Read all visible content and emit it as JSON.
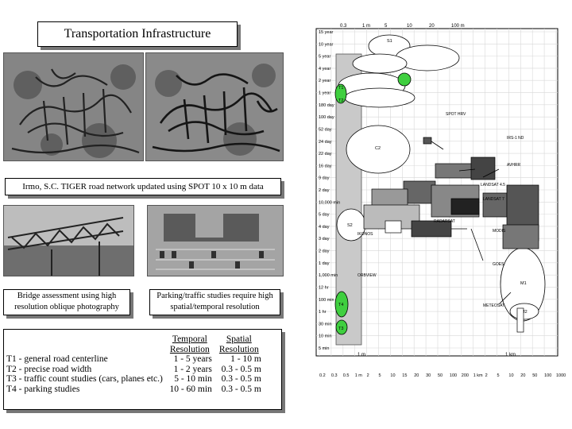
{
  "title": "Transportation Infrastructure",
  "captions": {
    "tiger": "Irmo, S.C. TIGER road network updated using SPOT 10 x 10 m data",
    "bridge": "Bridge assessment using high resolution oblique photography",
    "parking": "Parking/traffic studies require high spatial/temporal resolution"
  },
  "table": {
    "header": {
      "temporal": "Temporal Resolution",
      "spatial": "Spatial Resolution"
    },
    "rows": [
      {
        "label": "T1 - general road centerline",
        "temporal": "1 - 5 years",
        "spatial": "1 - 10 m"
      },
      {
        "label": "T2 - precise road width",
        "temporal": "1 - 2 years",
        "spatial": "0.3 - 0.5 m"
      },
      {
        "label": "T3 - traffic count studies (cars, planes etc.)",
        "temporal": "5 - 10 min",
        "spatial": "0.3 - 0.5 m"
      },
      {
        "label": "T4 - parking studies",
        "temporal": "10 - 60 min",
        "spatial": "0.3 - 0.5 m"
      }
    ]
  },
  "chart": {
    "top_ticks": [
      "0.3",
      "1 m",
      "5",
      "10",
      "20",
      "100 m"
    ],
    "left_ticks": [
      "15 year",
      "10 year",
      "5 year",
      "4 year",
      "2 year",
      "1 year",
      "180 day",
      "100 day",
      "52 day",
      "24 day",
      "22 day",
      "16 day",
      "9 day",
      "2 day",
      "10,000 min",
      "5 day",
      "4 day",
      "3 day",
      "2 day",
      "1 day",
      "1,000 min",
      "12 hr",
      "100 min",
      "1 hr",
      "30 min",
      "10 min",
      "5 min"
    ],
    "bottom_ticks": [
      "0.2",
      "0.3",
      "0.5",
      "1 m",
      "2",
      "5",
      "10",
      "15",
      "20",
      "30",
      "50",
      "100",
      "200",
      "1 km",
      "2",
      "5",
      "10",
      "20",
      "50",
      "100",
      "1000 km"
    ],
    "bottom_label_mid": "1 m",
    "bottom_label_right": "1 km",
    "ellipse_labels": [
      "T1",
      "T2",
      "T3",
      "T4",
      "S1",
      "S2",
      "C2",
      "M1",
      "M2"
    ],
    "sensor_labels": [
      "SPOT HRV",
      "IRS-1 ND",
      "LANDSAT 4.5",
      "LANDSAT 7",
      "MODIS",
      "GOES",
      "METEOSAT",
      "AVHRR",
      "RADARSAT",
      "IKONOS",
      "ORBVIEW"
    ],
    "colors": {
      "band": "#c9c9c9",
      "bar_dark": "#555555",
      "green": "#3fcf3f"
    }
  }
}
